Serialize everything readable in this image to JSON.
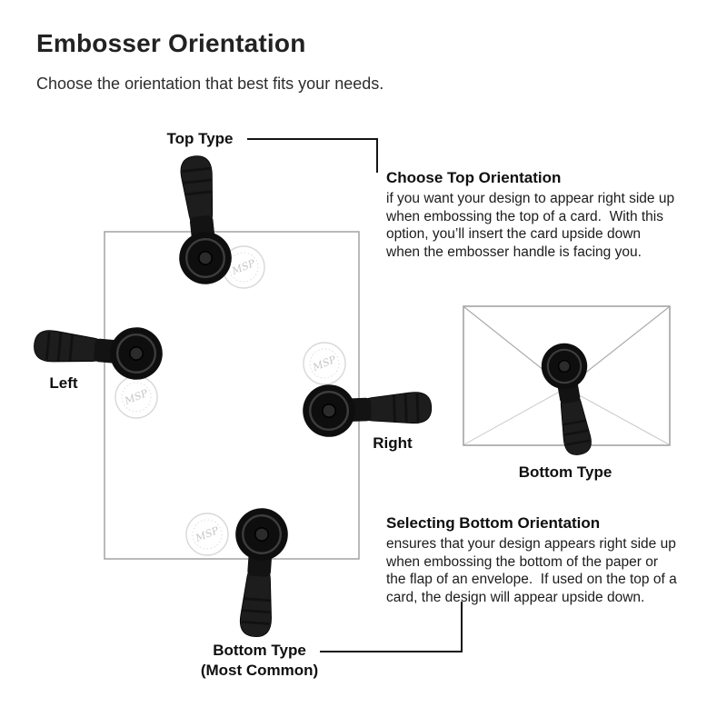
{
  "header": {
    "title": "Embosser Orientation",
    "subtitle": "Choose the orientation that best fits your needs."
  },
  "diagram": {
    "top_label": "Top Type",
    "left_label": "Left",
    "right_label": "Right",
    "bottom_label_line1": "Bottom Type",
    "bottom_label_line2": "(Most Common)",
    "watermark_text": "MSP"
  },
  "info_top": {
    "heading": "Choose Top Orientation",
    "body_lines": [
      "if you want your design to appear right side up",
      "when embossing the top of a card.  With this",
      "option, you’ll insert the card upside down",
      "when the embosser handle is facing you."
    ]
  },
  "envelope": {
    "label": "Bottom Type"
  },
  "info_bottom": {
    "heading": "Selecting Bottom Orientation",
    "body_lines": [
      "ensures that your design appears right side up",
      "when embossing the bottom of the paper or",
      "the flap of an envelope.  If used on the top of a",
      "card, the design will appear upside down."
    ]
  },
  "colors": {
    "ink": "#141414",
    "embosser_body": "#1d1d1d",
    "paper_outline": "#a3a3a3",
    "envelope_outline": "#9d9d9d",
    "watermark": "#c6c6c6"
  }
}
